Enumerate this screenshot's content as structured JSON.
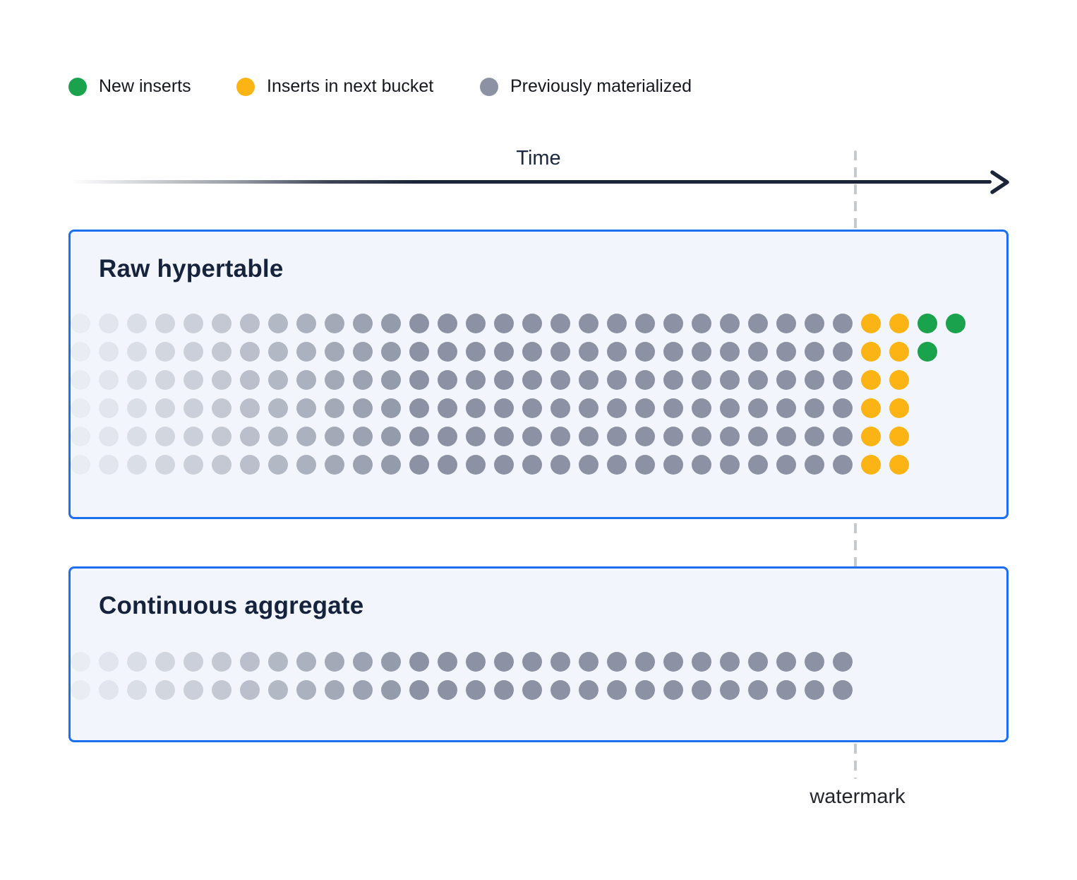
{
  "legend": {
    "items": [
      {
        "label": "New inserts",
        "color": "#1BA24D"
      },
      {
        "label": "Inserts in next bucket",
        "color": "#FCB415"
      },
      {
        "label": "Previously materialized",
        "color": "#8C92A3"
      }
    ]
  },
  "timeline": {
    "label": "Time",
    "arrow_color": "#1B2438"
  },
  "watermark": {
    "label": "watermark",
    "line_color": "#C5CAD2"
  },
  "colors": {
    "new_inserts": "#1BA24D",
    "next_bucket": "#FCB415",
    "materialized": "#8C92A3",
    "panel_border": "#1D6FF2",
    "panel_bg": "#F2F5FB",
    "title_text": "#16233C"
  },
  "raw_hypertable": {
    "title": "Raw hypertable",
    "rows": [
      {
        "materialized": 28,
        "next_bucket": 2,
        "new_inserts": 2
      },
      {
        "materialized": 28,
        "next_bucket": 2,
        "new_inserts": 1
      },
      {
        "materialized": 28,
        "next_bucket": 2,
        "new_inserts": 0
      },
      {
        "materialized": 28,
        "next_bucket": 2,
        "new_inserts": 0
      },
      {
        "materialized": 28,
        "next_bucket": 2,
        "new_inserts": 0
      },
      {
        "materialized": 28,
        "next_bucket": 2,
        "new_inserts": 0
      }
    ]
  },
  "continuous_aggregate": {
    "title": "Continuous aggregate",
    "rows": [
      {
        "materialized": 28,
        "next_bucket": 0,
        "new_inserts": 0
      },
      {
        "materialized": 28,
        "next_bucket": 0,
        "new_inserts": 0
      }
    ]
  }
}
